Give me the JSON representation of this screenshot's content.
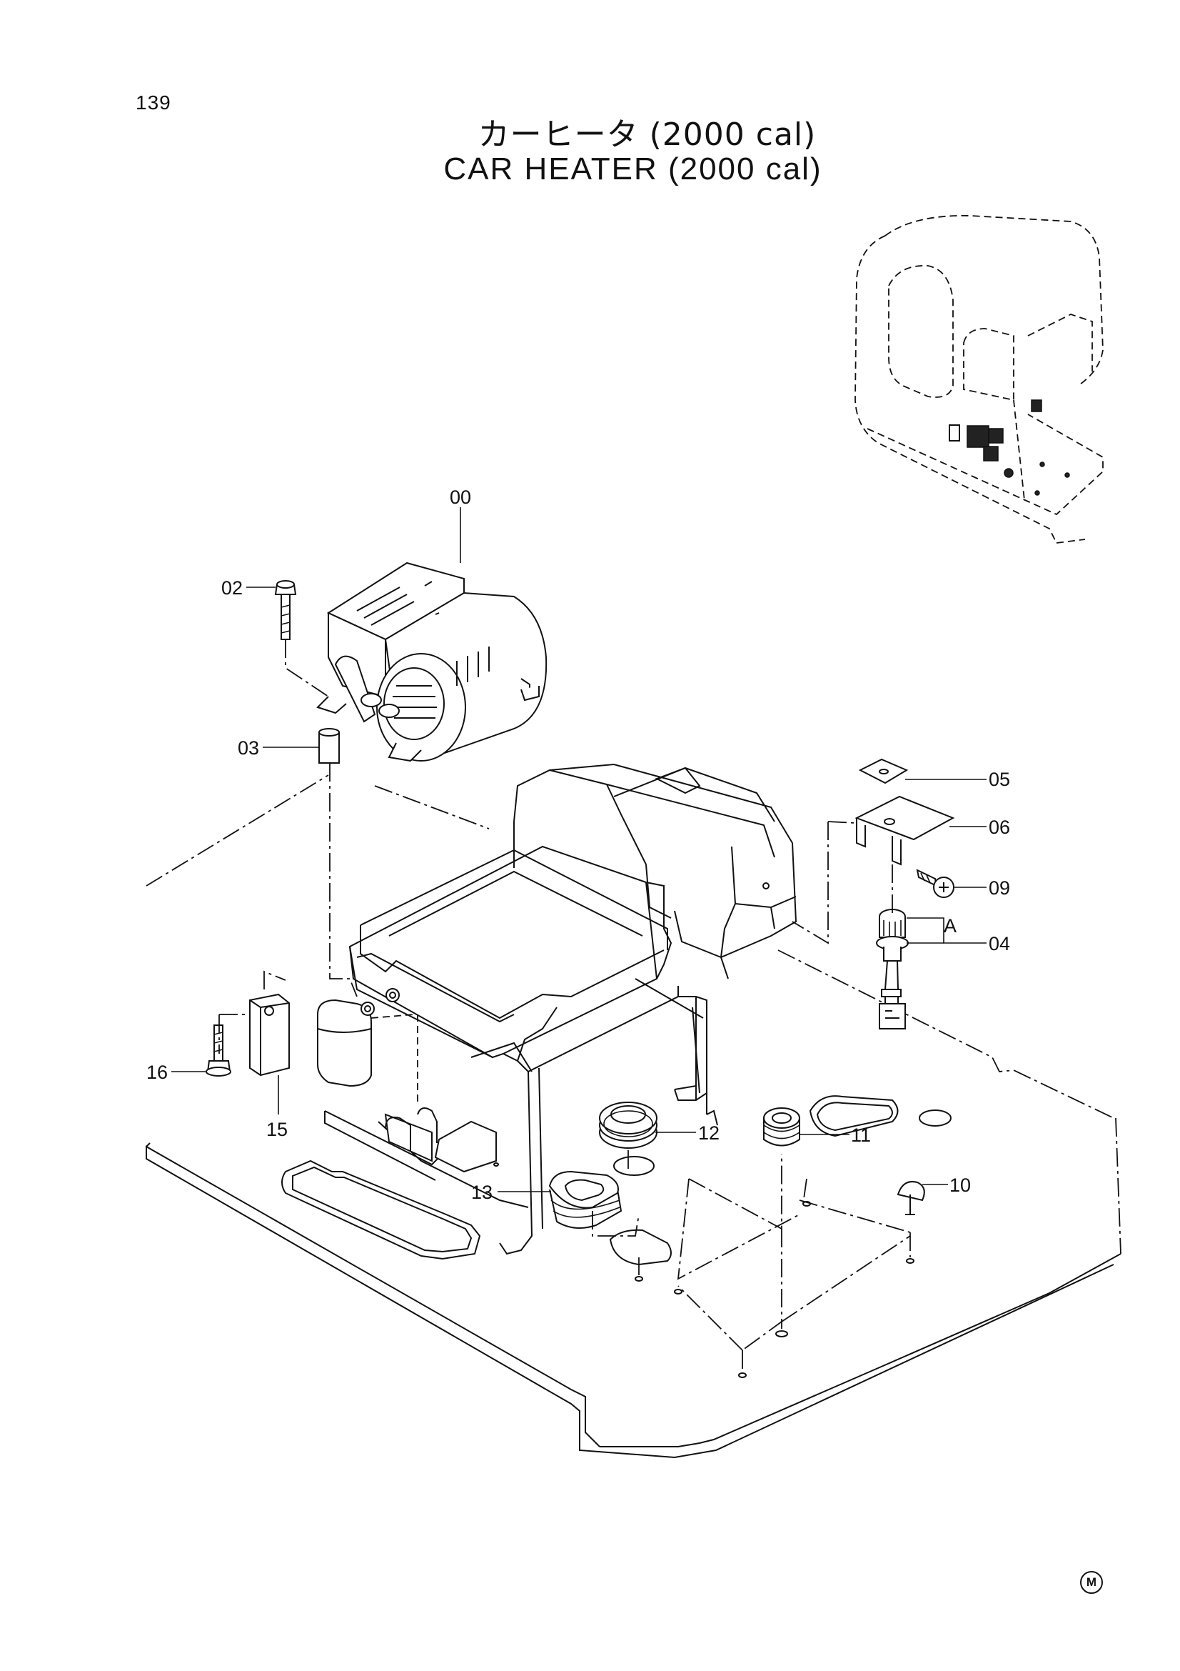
{
  "page_number": "139",
  "title_ja": "カーヒータ (2000 cal)",
  "title_en": "CAR HEATER (2000 cal)",
  "view_label": "A",
  "maker_mark": "M",
  "callouts": {
    "p00": "00",
    "p02": "02",
    "p03": "03",
    "p04": "04",
    "p05": "05",
    "p06": "06",
    "p09": "09",
    "p10": "10",
    "p11": "11",
    "p12": "12",
    "p13": "13",
    "p15": "15",
    "p16": "16"
  }
}
